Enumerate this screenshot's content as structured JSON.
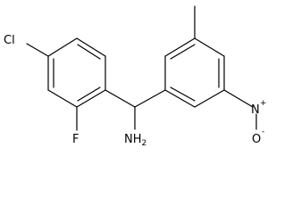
{
  "molecule": {
    "atoms": {
      "chlorine": "Cl",
      "fluorine": "F",
      "amine": "NH",
      "amine_subscript": "2",
      "nitro_nitrogen": "N",
      "nitro_plus": "+",
      "nitro_oxygen": "O",
      "nitro_minus": "-"
    }
  }
}
